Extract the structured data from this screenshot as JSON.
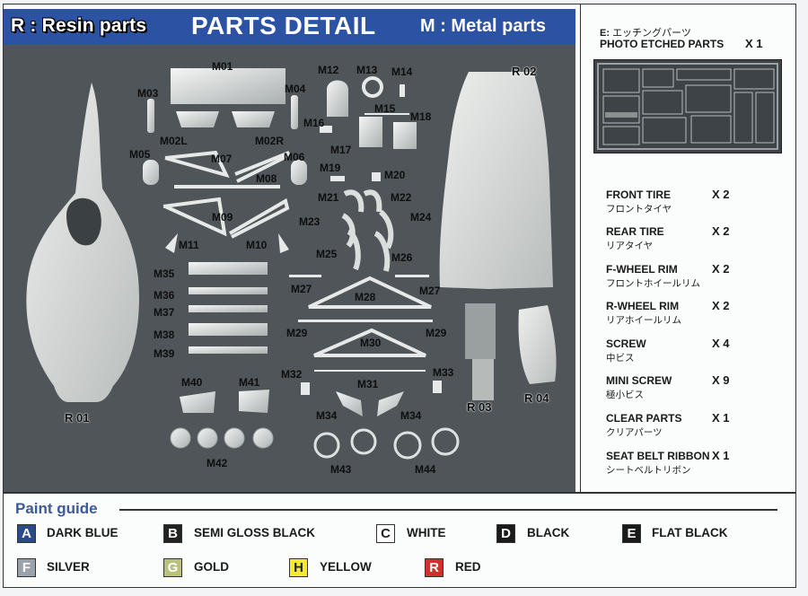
{
  "header": {
    "resin": "R : Resin parts",
    "title": "PARTS DETAIL",
    "metal": "M : Metal parts"
  },
  "photo_labels": [
    {
      "id": "M01",
      "text": "M01"
    },
    {
      "id": "M12",
      "text": "M12"
    },
    {
      "id": "M13",
      "text": "M13"
    },
    {
      "id": "M14",
      "text": "M14"
    },
    {
      "id": "R02",
      "text": "R 02"
    },
    {
      "id": "M03",
      "text": "M03"
    },
    {
      "id": "M04",
      "text": "M04"
    },
    {
      "id": "M15",
      "text": "M15"
    },
    {
      "id": "M18",
      "text": "M18"
    },
    {
      "id": "M16",
      "text": "M16"
    },
    {
      "id": "M02L",
      "text": "M02L"
    },
    {
      "id": "M02R",
      "text": "M02R"
    },
    {
      "id": "M17",
      "text": "M17"
    },
    {
      "id": "M05",
      "text": "M05"
    },
    {
      "id": "M07",
      "text": "M07"
    },
    {
      "id": "M06",
      "text": "M06"
    },
    {
      "id": "M19",
      "text": "M19"
    },
    {
      "id": "M20",
      "text": "M20"
    },
    {
      "id": "M08",
      "text": "M08"
    },
    {
      "id": "M21",
      "text": "M21"
    },
    {
      "id": "M22",
      "text": "M22"
    },
    {
      "id": "M09",
      "text": "M09"
    },
    {
      "id": "M23",
      "text": "M23"
    },
    {
      "id": "M24",
      "text": "M24"
    },
    {
      "id": "M11",
      "text": "M11"
    },
    {
      "id": "M10",
      "text": "M10"
    },
    {
      "id": "M25",
      "text": "M25"
    },
    {
      "id": "M26",
      "text": "M26"
    },
    {
      "id": "M35",
      "text": "M35"
    },
    {
      "id": "M27a",
      "text": "M27"
    },
    {
      "id": "M27b",
      "text": "M27"
    },
    {
      "id": "M36",
      "text": "M36"
    },
    {
      "id": "M28",
      "text": "M28"
    },
    {
      "id": "M37",
      "text": "M37"
    },
    {
      "id": "M29a",
      "text": "M29"
    },
    {
      "id": "M29b",
      "text": "M29"
    },
    {
      "id": "M38",
      "text": "M38"
    },
    {
      "id": "M30",
      "text": "M30"
    },
    {
      "id": "M39",
      "text": "M39"
    },
    {
      "id": "M32",
      "text": "M32"
    },
    {
      "id": "M33",
      "text": "M33"
    },
    {
      "id": "M40",
      "text": "M40"
    },
    {
      "id": "M41",
      "text": "M41"
    },
    {
      "id": "M31",
      "text": "M31"
    },
    {
      "id": "R04",
      "text": "R 04"
    },
    {
      "id": "R03",
      "text": "R 03"
    },
    {
      "id": "R01",
      "text": "R 01"
    },
    {
      "id": "M34a",
      "text": "M34"
    },
    {
      "id": "M34b",
      "text": "M34"
    },
    {
      "id": "M42",
      "text": "M42"
    },
    {
      "id": "M43",
      "text": "M43"
    },
    {
      "id": "M44",
      "text": "M44"
    }
  ],
  "photo_etched": {
    "code_prefix": "E:",
    "jp": "エッチングパーツ",
    "title": "PHOTO ETCHED PARTS",
    "qty": "X 1"
  },
  "items": [
    {
      "name": "FRONT TIRE",
      "jp": "フロントタイヤ",
      "qty": "X 2"
    },
    {
      "name": "REAR TIRE",
      "jp": "リアタイヤ",
      "qty": "X 2"
    },
    {
      "name": "F-WHEEL RIM",
      "jp": "フロントホイールリム",
      "qty": "X 2"
    },
    {
      "name": "R-WHEEL RIM",
      "jp": "リアホイールリム",
      "qty": "X 2"
    },
    {
      "name": "SCREW",
      "jp": "中ビス",
      "qty": "X 4"
    },
    {
      "name": "MINI SCREW",
      "jp": "極小ビス",
      "qty": "X 9"
    },
    {
      "name": "CLEAR PARTS",
      "jp": "クリアパーツ",
      "qty": "X 1"
    },
    {
      "name": "SEAT BELT RIBBON",
      "jp": "シートベルトリボン",
      "qty": "X 1"
    }
  ],
  "paint_guide": {
    "title": "Paint guide",
    "colors": [
      {
        "code": "A",
        "name": "DARK BLUE",
        "bg": "#2b4a8a",
        "fg": "#ffffff"
      },
      {
        "code": "B",
        "name": "SEMI GLOSS BLACK",
        "bg": "#222222",
        "fg": "#ffffff"
      },
      {
        "code": "C",
        "name": "WHITE",
        "bg": "#ffffff",
        "fg": "#222222"
      },
      {
        "code": "D",
        "name": "BLACK",
        "bg": "#1a1a1a",
        "fg": "#ffffff"
      },
      {
        "code": "E",
        "name": "FLAT BLACK",
        "bg": "#1a1a1a",
        "fg": "#ffffff"
      },
      {
        "code": "F",
        "name": "SILVER",
        "bg": "#9aa3ac",
        "fg": "#ffffff"
      },
      {
        "code": "G",
        "name": "GOLD",
        "bg": "#b8c27a",
        "fg": "#ffffff"
      },
      {
        "code": "H",
        "name": "YELLOW",
        "bg": "#f2ea2a",
        "fg": "#222222"
      },
      {
        "code": "R",
        "name": "RED",
        "bg": "#d2302d",
        "fg": "#ffffff"
      }
    ]
  }
}
